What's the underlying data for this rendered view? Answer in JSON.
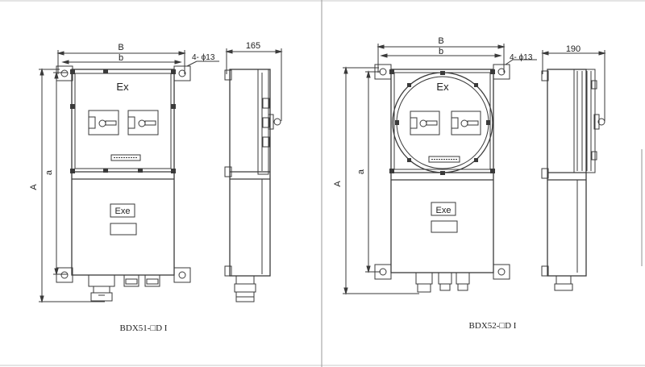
{
  "left_drawing": {
    "dim_B": "B",
    "dim_b": "b",
    "dim_A": "A",
    "dim_a": "a",
    "hole_spec": "4- ϕ13",
    "side_depth": "165",
    "ex_label": "Ex",
    "exe_label": "Exe",
    "caption": "BDX51-□D I"
  },
  "right_drawing": {
    "dim_B": "B",
    "dim_b": "b",
    "dim_A": "A",
    "dim_a": "a",
    "hole_spec": "4- ϕ13",
    "side_depth": "190",
    "ex_label": "Ex",
    "exe_label": "Exe",
    "caption": "BDX52-□D I"
  },
  "colors": {
    "line": "#3a3a3a",
    "border": "#bdbdbd",
    "divider": "#9a9a9a"
  }
}
